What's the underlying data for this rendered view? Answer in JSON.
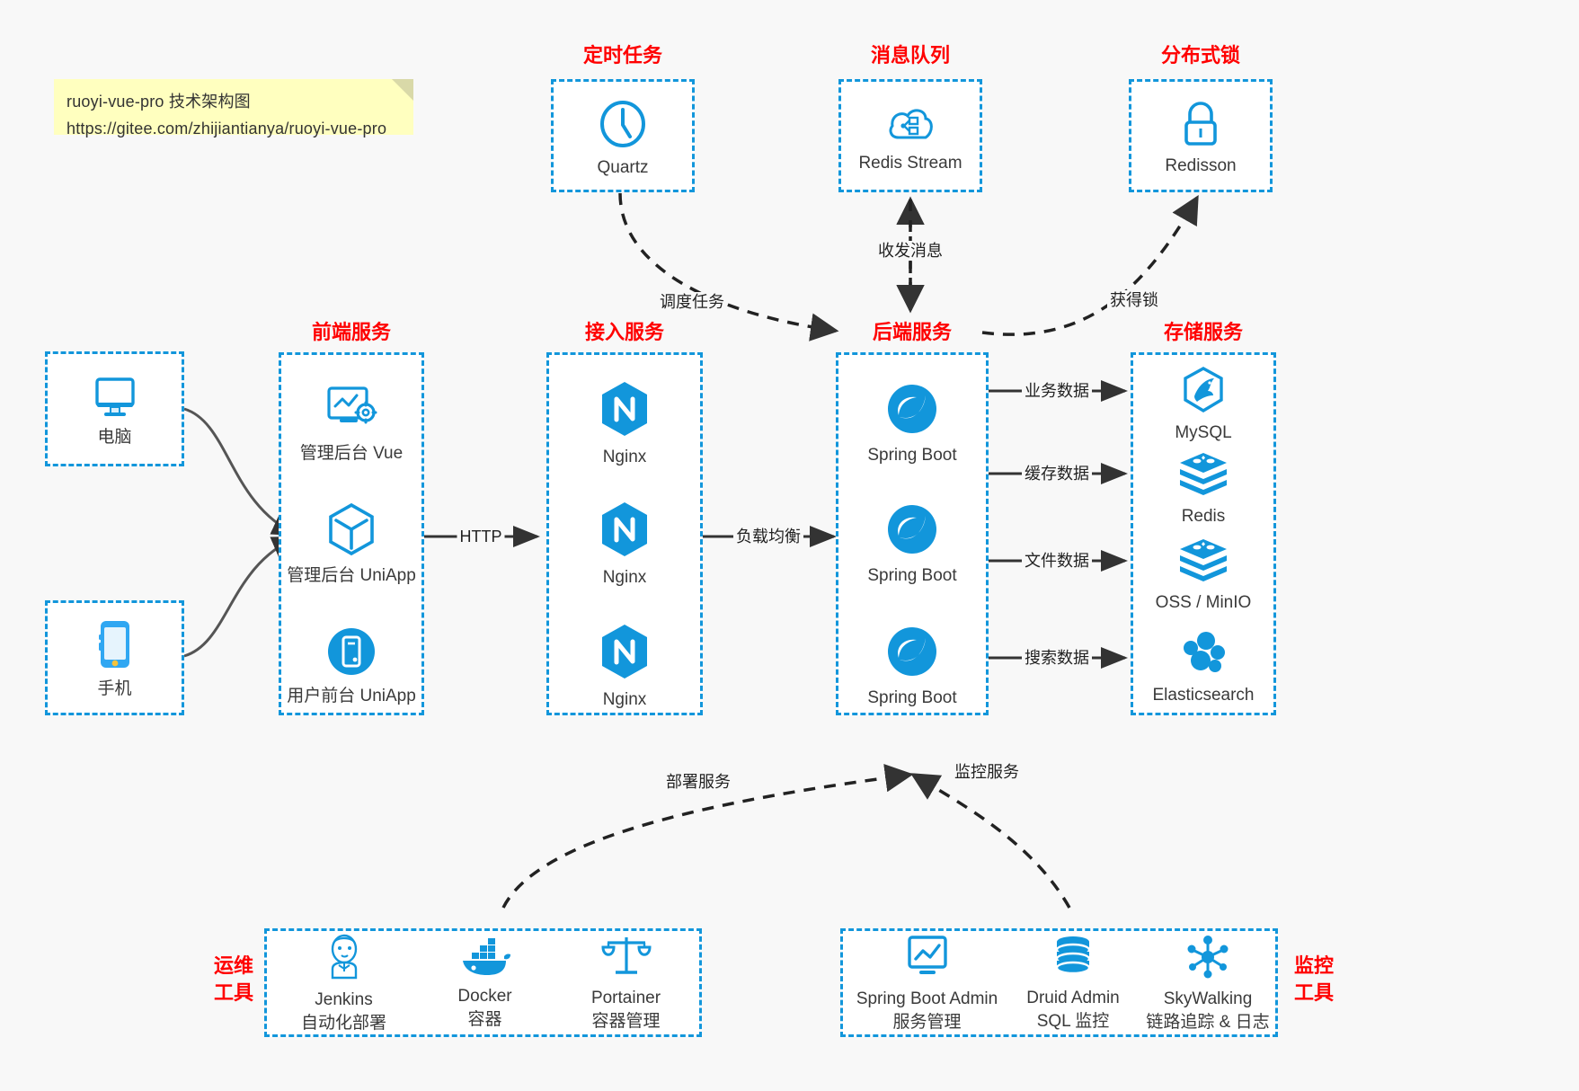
{
  "note": {
    "line1": "ruoyi-vue-pro 技术架构图",
    "line2": "https://gitee.com/zhijiantianya/ruoyi-vue-pro"
  },
  "colors": {
    "accent": "#1296db",
    "title": "#ff0000",
    "background": "#f8f8f8",
    "edge": "#333333",
    "note_bg": "#ffffbf"
  },
  "groups": {
    "scheduler": {
      "title": "定时任务",
      "items": [
        {
          "label": "Quartz",
          "icon": "clock-icon"
        }
      ]
    },
    "mq": {
      "title": "消息队列",
      "items": [
        {
          "label": "Redis Stream",
          "icon": "cloud-stream-icon"
        }
      ]
    },
    "lock": {
      "title": "分布式锁",
      "items": [
        {
          "label": "Redisson",
          "icon": "lock-icon"
        }
      ]
    },
    "clients": {
      "items": [
        {
          "label": "电脑",
          "icon": "desktop-icon"
        },
        {
          "label": "手机",
          "icon": "smartphone-icon"
        }
      ]
    },
    "frontend": {
      "title": "前端服务",
      "items": [
        {
          "label": "管理后台 Vue",
          "icon": "dashboard-gear-icon"
        },
        {
          "label": "管理后台 UniApp",
          "icon": "hexagon-cube-icon"
        },
        {
          "label": "用户前台 UniApp",
          "icon": "mobile-circle-icon"
        }
      ]
    },
    "gateway": {
      "title": "接入服务",
      "items": [
        {
          "label": "Nginx",
          "icon": "nginx-icon"
        },
        {
          "label": "Nginx",
          "icon": "nginx-icon"
        },
        {
          "label": "Nginx",
          "icon": "nginx-icon"
        }
      ]
    },
    "backend": {
      "title": "后端服务",
      "items": [
        {
          "label": "Spring Boot",
          "icon": "spring-boot-icon"
        },
        {
          "label": "Spring Boot",
          "icon": "spring-boot-icon"
        },
        {
          "label": "Spring Boot",
          "icon": "spring-boot-icon"
        }
      ]
    },
    "storage": {
      "title": "存储服务",
      "items": [
        {
          "label": "MySQL",
          "icon": "mysql-icon"
        },
        {
          "label": "Redis",
          "icon": "redis-icon"
        },
        {
          "label": "OSS / MinIO",
          "icon": "oss-minio-icon"
        },
        {
          "label": "Elasticsearch",
          "icon": "elasticsearch-icon"
        }
      ]
    },
    "devops": {
      "title_line1": "运维",
      "title_line2": "工具",
      "items": [
        {
          "label": "Jenkins",
          "sub": "自动化部署",
          "icon": "jenkins-icon"
        },
        {
          "label": "Docker",
          "sub": "容器",
          "icon": "docker-icon"
        },
        {
          "label": "Portainer",
          "sub": "容器管理",
          "icon": "scales-icon"
        }
      ]
    },
    "monitor": {
      "title_line1": "监控",
      "title_line2": "工具",
      "items": [
        {
          "label": "Spring Boot Admin",
          "sub": "服务管理",
          "icon": "monitor-chart-icon"
        },
        {
          "label": "Druid Admin",
          "sub": "SQL 监控",
          "icon": "database-icon"
        },
        {
          "label": "SkyWalking",
          "sub": "链路追踪 & 日志",
          "icon": "skywalking-icon"
        }
      ]
    }
  },
  "edges": [
    {
      "id": "http",
      "label": "HTTP"
    },
    {
      "id": "load-balance",
      "label": "负载均衡"
    },
    {
      "id": "schedule-task",
      "label": "调度任务"
    },
    {
      "id": "send-receive-message",
      "label": "收发消息"
    },
    {
      "id": "acquire-lock",
      "label": "获得锁"
    },
    {
      "id": "business-data",
      "label": "业务数据"
    },
    {
      "id": "cache-data",
      "label": "缓存数据"
    },
    {
      "id": "file-data",
      "label": "文件数据"
    },
    {
      "id": "search-data",
      "label": "搜索数据"
    },
    {
      "id": "deploy-service",
      "label": "部署服务"
    },
    {
      "id": "monitor-service",
      "label": "监控服务"
    }
  ]
}
